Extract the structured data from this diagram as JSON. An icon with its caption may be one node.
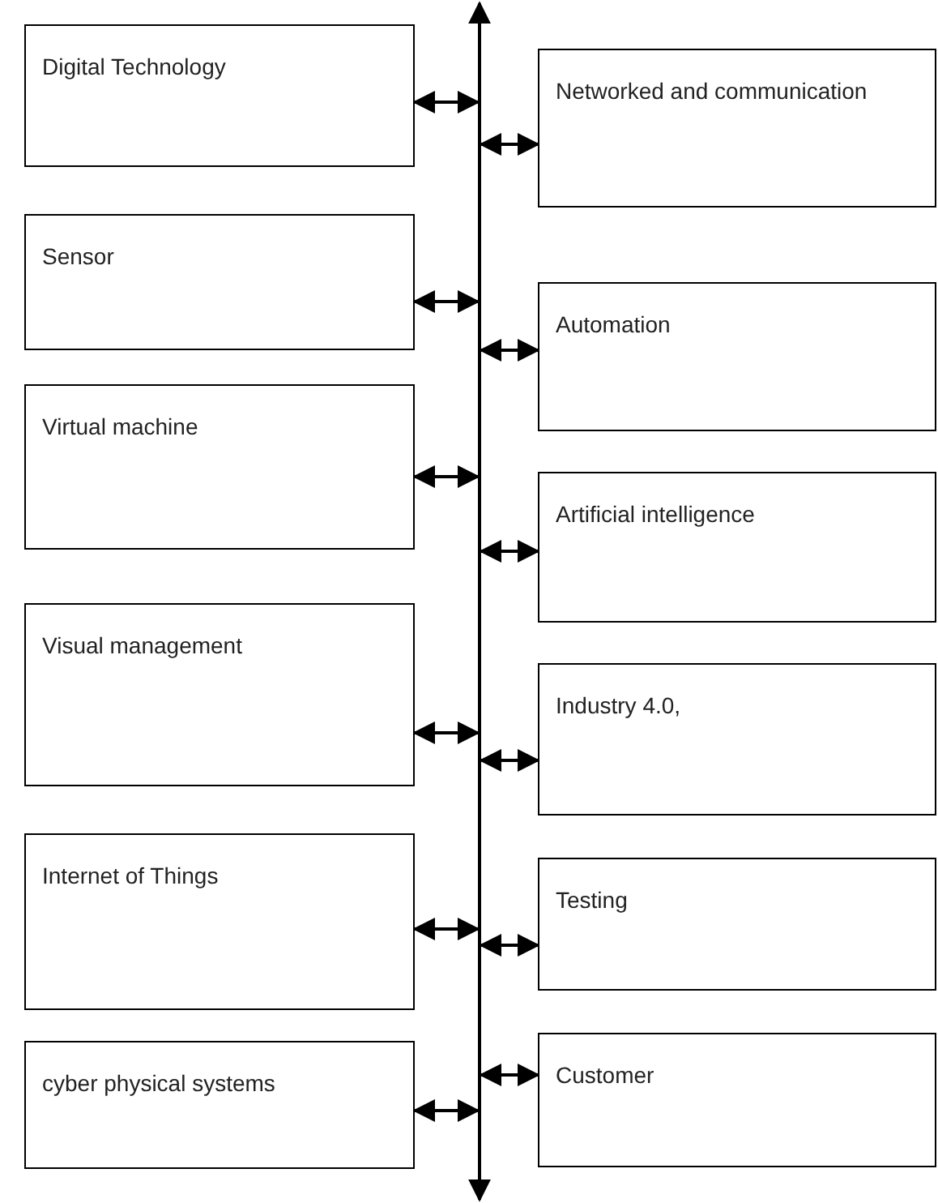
{
  "diagram": {
    "nodes": [
      {
        "text": [
          "Digital Technology"
        ]
      },
      {
        "text": [
          "Sensor"
        ]
      },
      {
        "text": [
          "Virtual machine"
        ]
      },
      {
        "text": [
          "Visual management"
        ]
      },
      {
        "text": [
          "Internet of Things"
        ]
      },
      {
        "text": [
          "cyber physical systems"
        ]
      },
      {
        "text": [
          "Networked and communication"
        ]
      },
      {
        "text": [
          "Automation"
        ]
      },
      {
        "text": [
          "Artificial intelligence"
        ]
      },
      {
        "text": [
          "Industry 4.0,"
        ]
      },
      {
        "text": [
          "Testing"
        ]
      },
      {
        "text": [
          "Customer"
        ]
      },
      {
        "text": [],
        "shape": "bar"
      }
    ],
    "edges": [
      {
        "from": 0,
        "to": 12,
        "arrow": "both"
      },
      {
        "from": 1,
        "to": 12,
        "arrow": "both"
      },
      {
        "from": 2,
        "to": 12,
        "arrow": "both"
      },
      {
        "from": 3,
        "to": 12,
        "arrow": "both"
      },
      {
        "from": 4,
        "to": 12,
        "arrow": "both"
      },
      {
        "from": 5,
        "to": 12,
        "arrow": "both"
      },
      {
        "from": 12,
        "to": 6,
        "arrow": "both"
      },
      {
        "from": 12,
        "to": 7,
        "arrow": "both"
      },
      {
        "from": 12,
        "to": 8,
        "arrow": "both"
      },
      {
        "from": 12,
        "to": 9,
        "arrow": "both"
      },
      {
        "from": 12,
        "to": 10,
        "arrow": "both"
      },
      {
        "from": 12,
        "to": 11,
        "arrow": "both"
      },
      {
        "from": 12,
        "to": null,
        "arrow": "to"
      },
      {
        "from": 12,
        "to": null,
        "arrow": "to"
      }
    ]
  }
}
